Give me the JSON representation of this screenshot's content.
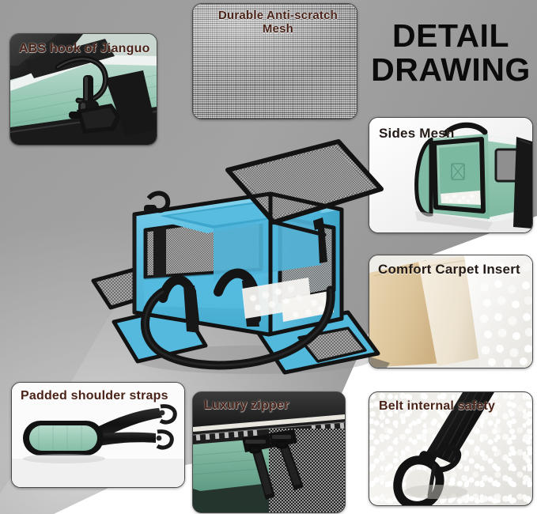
{
  "title": "DETAIL\nDRAWING",
  "colors": {
    "carrier_blue": "#5cbde0",
    "carrier_blue_dark": "#3aa3cc",
    "mint_green": "#8ec4ae",
    "mint_light": "#aed6c5",
    "label_brown": "#4a2318",
    "label_dark": "#231a16",
    "trim_black": "#1b1b1b",
    "mesh_gray": "#9a9a9a",
    "sherpa_white": "#f2f1ee",
    "carpet_beige": "#e2cda8",
    "carpet_cream": "#efe6d4",
    "background_gray": "#a0a0a0"
  },
  "panels": [
    {
      "id": "abs-hook",
      "label": "ABS hook of Jianguo",
      "subject": "black ABS hook and buckle clipped to mint green carrier strap"
    },
    {
      "id": "anti-scratch-mesh",
      "label": "Durable Anti-scratch\nMesh",
      "subject": "close-up of woven gray anti-scratch mesh fabric"
    },
    {
      "id": "sides-mesh",
      "label": "Sides Mesh",
      "subject": "mint green carrier with side mesh door open and sherpa mat inside"
    },
    {
      "id": "comfort-carpet",
      "label": "Comfort Carpet Insert",
      "subject": "beige, cream and white sherpa fleece carpet layers"
    },
    {
      "id": "padded-shoulder-straps",
      "label": "Padded shoulder straps",
      "subject": "black shoulder strap with mint green padded shoulder rest and metal clips"
    },
    {
      "id": "luxury-zipper",
      "label": "Luxury zipper",
      "subject": "two black zipper pulls on mint green and mesh panel"
    },
    {
      "id": "belt-internal-safety",
      "label": "Belt internal safety",
      "subject": "black safety belt clip hook resting on white sherpa lining"
    }
  ],
  "center_image": {
    "name": "blue-pet-carrier",
    "description": "light blue soft-sided pet carrier with open top mesh flap, side mesh windows, black handles, shoulder strap and white sherpa mat"
  }
}
